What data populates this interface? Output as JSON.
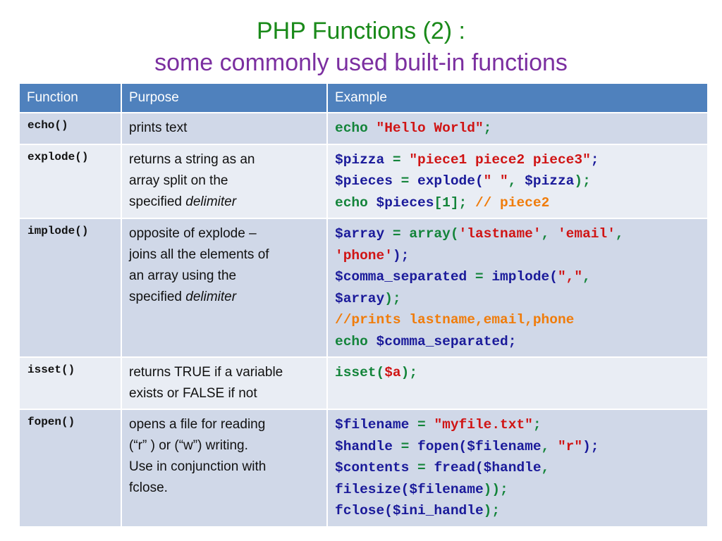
{
  "title": {
    "line1": "PHP Functions (2) :",
    "line2": "some commonly used built-in functions"
  },
  "colors": {
    "title_line1": "#1a8a1a",
    "title_line2": "#7b2fa0",
    "header_bg": "#4f81bd",
    "row_odd_bg": "#d0d8e8",
    "row_even_bg": "#e9edf4",
    "code_green": "#13843a",
    "code_navy": "#1a1a9a",
    "code_red": "#d01414",
    "code_orange": "#f07c0a"
  },
  "table": {
    "headers": [
      "Function",
      "Purpose",
      "Example"
    ],
    "rows": [
      {
        "function": "echo()",
        "purpose_lines": [
          "prints text"
        ],
        "example": [
          [
            [
              "echo ",
              "g"
            ],
            [
              "\"Hello World\"",
              "r"
            ],
            [
              ";",
              "g"
            ]
          ]
        ]
      },
      {
        "function": "explode()",
        "purpose_lines": [
          "returns a string as an",
          "array split on the",
          "specified "
        ],
        "purpose_italic": "delimiter",
        "example": [
          [
            [
              "$pizza",
              "n"
            ],
            [
              " = ",
              "g"
            ],
            [
              "\"piece1 piece2 piece3\"",
              "r"
            ],
            [
              ";",
              "n"
            ]
          ],
          [
            [
              "$pieces",
              "n"
            ],
            [
              " = ",
              "g"
            ],
            [
              "explode(",
              "n"
            ],
            [
              "\" \"",
              "r"
            ],
            [
              ", ",
              "g"
            ],
            [
              "$pizza",
              "n"
            ],
            [
              ");",
              "g"
            ]
          ],
          [
            [
              "echo ",
              "g"
            ],
            [
              "$pieces",
              "n"
            ],
            [
              "[1]; ",
              "g"
            ],
            [
              "// piece2",
              "o"
            ]
          ]
        ]
      },
      {
        "function": "implode()",
        "purpose_lines": [
          "opposite of explode –",
          "joins all the elements of",
          "an array using the",
          "specified "
        ],
        "purpose_italic": "delimiter",
        "example": [
          [
            [
              "$array",
              "n"
            ],
            [
              " = ",
              "g"
            ],
            [
              "array(",
              "g"
            ],
            [
              "'lastname'",
              "r"
            ],
            [
              ", ",
              "g"
            ],
            [
              "'email'",
              "r"
            ],
            [
              ",",
              "g"
            ]
          ],
          [
            [
              "'phone'",
              "r"
            ],
            [
              ");",
              "n"
            ]
          ],
          [
            [
              "$comma_separated",
              "n"
            ],
            [
              " = ",
              "g"
            ],
            [
              "implode(",
              "n"
            ],
            [
              "\",\"",
              "r"
            ],
            [
              ",",
              "g"
            ]
          ],
          [
            [
              "$array",
              "n"
            ],
            [
              ");",
              "g"
            ]
          ],
          [
            [
              "//prints lastname,email,phone",
              "o"
            ]
          ],
          [
            [
              "echo ",
              "g"
            ],
            [
              "$comma_separated",
              "n"
            ],
            [
              ";",
              "n"
            ]
          ]
        ]
      },
      {
        "function": "isset()",
        "purpose_lines": [
          "returns TRUE if a variable",
          "exists or FALSE if not"
        ],
        "example": [
          [
            [
              "isset(",
              "g"
            ],
            [
              "$a",
              "r"
            ],
            [
              ");",
              "g"
            ]
          ]
        ]
      },
      {
        "function": "fopen()",
        "purpose_lines": [
          "opens a file for reading",
          "(“r” ) or (“w”) writing.",
          "Use in conjunction with",
          "fclose."
        ],
        "example": [
          [
            [
              "$filename",
              "n"
            ],
            [
              " = ",
              "g"
            ],
            [
              "\"myfile.txt\"",
              "r"
            ],
            [
              ";",
              "g"
            ]
          ],
          [
            [
              "$handle",
              "n"
            ],
            [
              " = ",
              "g"
            ],
            [
              "fopen(",
              "n"
            ],
            [
              "$filename",
              "n"
            ],
            [
              ", ",
              "g"
            ],
            [
              "\"r\"",
              "r"
            ],
            [
              ");",
              "n"
            ]
          ],
          [
            [
              "$contents",
              "n"
            ],
            [
              " = ",
              "g"
            ],
            [
              "fread(",
              "n"
            ],
            [
              "$handle",
              "n"
            ],
            [
              ",",
              "g"
            ]
          ],
          [
            [
              "filesize(",
              "n"
            ],
            [
              "$filename",
              "n"
            ],
            [
              "));",
              "g"
            ]
          ],
          [
            [
              "fclose(",
              "n"
            ],
            [
              "$ini_handle",
              "n"
            ],
            [
              ");",
              "g"
            ]
          ]
        ]
      }
    ]
  }
}
